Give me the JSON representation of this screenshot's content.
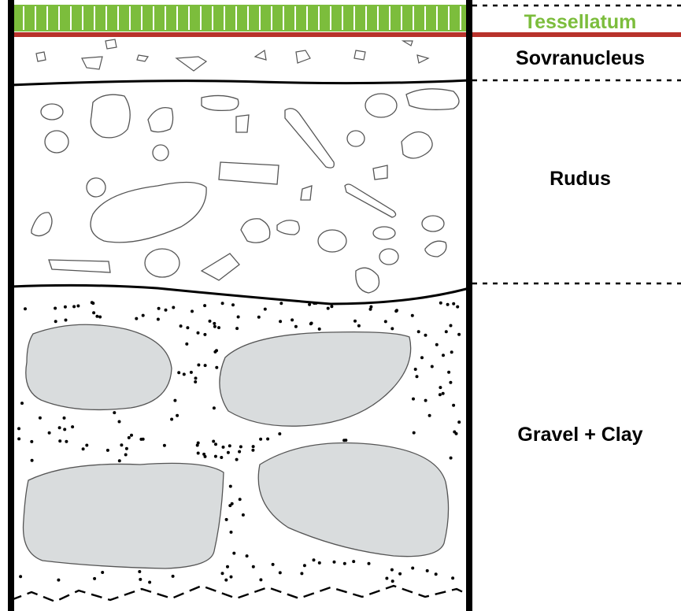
{
  "layers": [
    {
      "id": "tessellatum",
      "label": "Tessellatum",
      "color": "#7cbd3c"
    },
    {
      "id": "sovranucleus",
      "label": "Sovranucleus",
      "color": "#000000"
    },
    {
      "id": "rudus",
      "label": "Rudus",
      "color": "#000000"
    },
    {
      "id": "gravel-clay",
      "label": "Gravel + Clay",
      "color": "#000000"
    }
  ],
  "colors": {
    "tile_green": "#7cbd3c",
    "mortar_red": "#b8322b",
    "stone_gray": "#d9dcdd",
    "line": "#000000"
  }
}
